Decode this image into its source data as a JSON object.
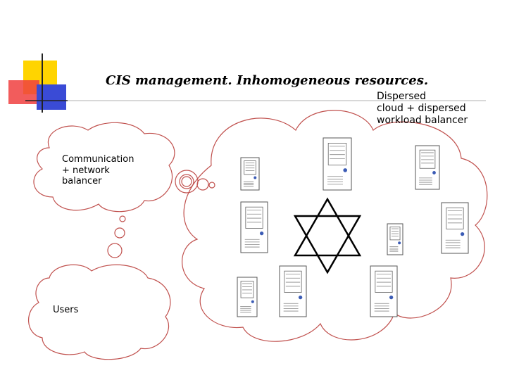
{
  "title": "CIS management. Inhomogeneous resources.",
  "labels": {
    "dispersed": [
      "Dispersed",
      "cloud + dispersed",
      "workload balancer"
    ],
    "communication": [
      "Communication",
      "+ network",
      "balancer"
    ],
    "users": "Users"
  },
  "colors": {
    "outline": "#c0504d",
    "accent_yellow": "#ffd400",
    "accent_blue": "#3a4bd6",
    "accent_red": "#f04040",
    "rule_line": "#b0b0b0",
    "server_stroke": "#555555"
  },
  "icons": [
    "server-icon",
    "star-of-david-icon",
    "thought-bubble-icon",
    "decorative-squares-icon"
  ]
}
